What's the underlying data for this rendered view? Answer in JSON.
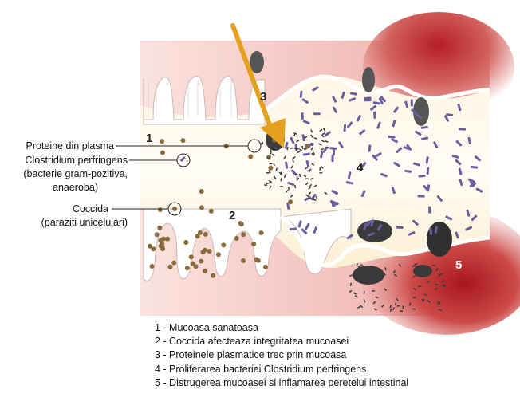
{
  "labels": {
    "plasma_proteins": "Proteine din plasma",
    "clostridium_line1": "Clostridium perfringens",
    "clostridium_line2": "(bacterie gram-pozitiva,",
    "clostridium_line3": "anaeroba)",
    "coccida_line1": "Coccida",
    "coccida_line2": "(paraziti unicelulari)"
  },
  "markers": [
    "1",
    "2",
    "3",
    "4",
    "5"
  ],
  "legend": [
    "1 - Mucoasa sanatoasa",
    "2 - Coccida afecteaza integritatea mucoasei",
    "3 - Proteinele plasmatice trec prin mucoasa",
    "4 - Proliferarea bacteriei Clostridium perfringens",
    "5 - Distrugerea mucoasei si inflamarea peretelui intestinal"
  ],
  "colors": {
    "tissue_light": "#f9d9d6",
    "tissue_pink": "#efa9a6",
    "inflamed": "#b51e24",
    "lumen": "#fff4dc",
    "arrow": "#e5a020",
    "bacteria": "#6b5e9e",
    "coccida": "#8a6a3a",
    "protein": "#3a3a3a"
  }
}
